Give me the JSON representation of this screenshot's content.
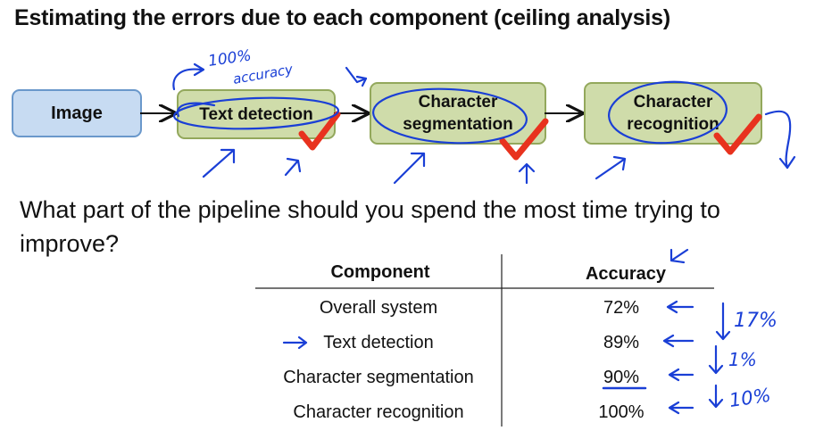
{
  "slide": {
    "title": "Estimating the errors due to each component (ceiling analysis)",
    "question": "What part of the pipeline should you spend the most time trying to improve?"
  },
  "pipeline": {
    "stages": [
      "Image",
      "Text detection",
      "Character segmentation",
      "Character recognition"
    ],
    "stage_lines": {
      "char_seg": [
        "Character",
        "segmentation"
      ],
      "char_rec": [
        "Character",
        "recognition"
      ]
    }
  },
  "table": {
    "headers": {
      "component": "Component",
      "accuracy": "Accuracy"
    },
    "rows": [
      {
        "component": "Overall system",
        "accuracy": "72%"
      },
      {
        "component": "Text detection",
        "accuracy": "89%"
      },
      {
        "component": "Character segmentation",
        "accuracy": "90%"
      },
      {
        "component": "Character recognition",
        "accuracy": "100%"
      }
    ]
  },
  "annotations": {
    "handwritten_top": [
      "100%",
      "accuracy"
    ],
    "handwritten_deltas": [
      "17%",
      "1%",
      "10%"
    ]
  },
  "colors": {
    "ink": "#1a3fd6",
    "check": "#e8321e",
    "stage_fill": "#cfdcaa",
    "stage_border": "#93a85c",
    "image_fill": "#c7dbf2",
    "image_border": "#6a98cb"
  }
}
